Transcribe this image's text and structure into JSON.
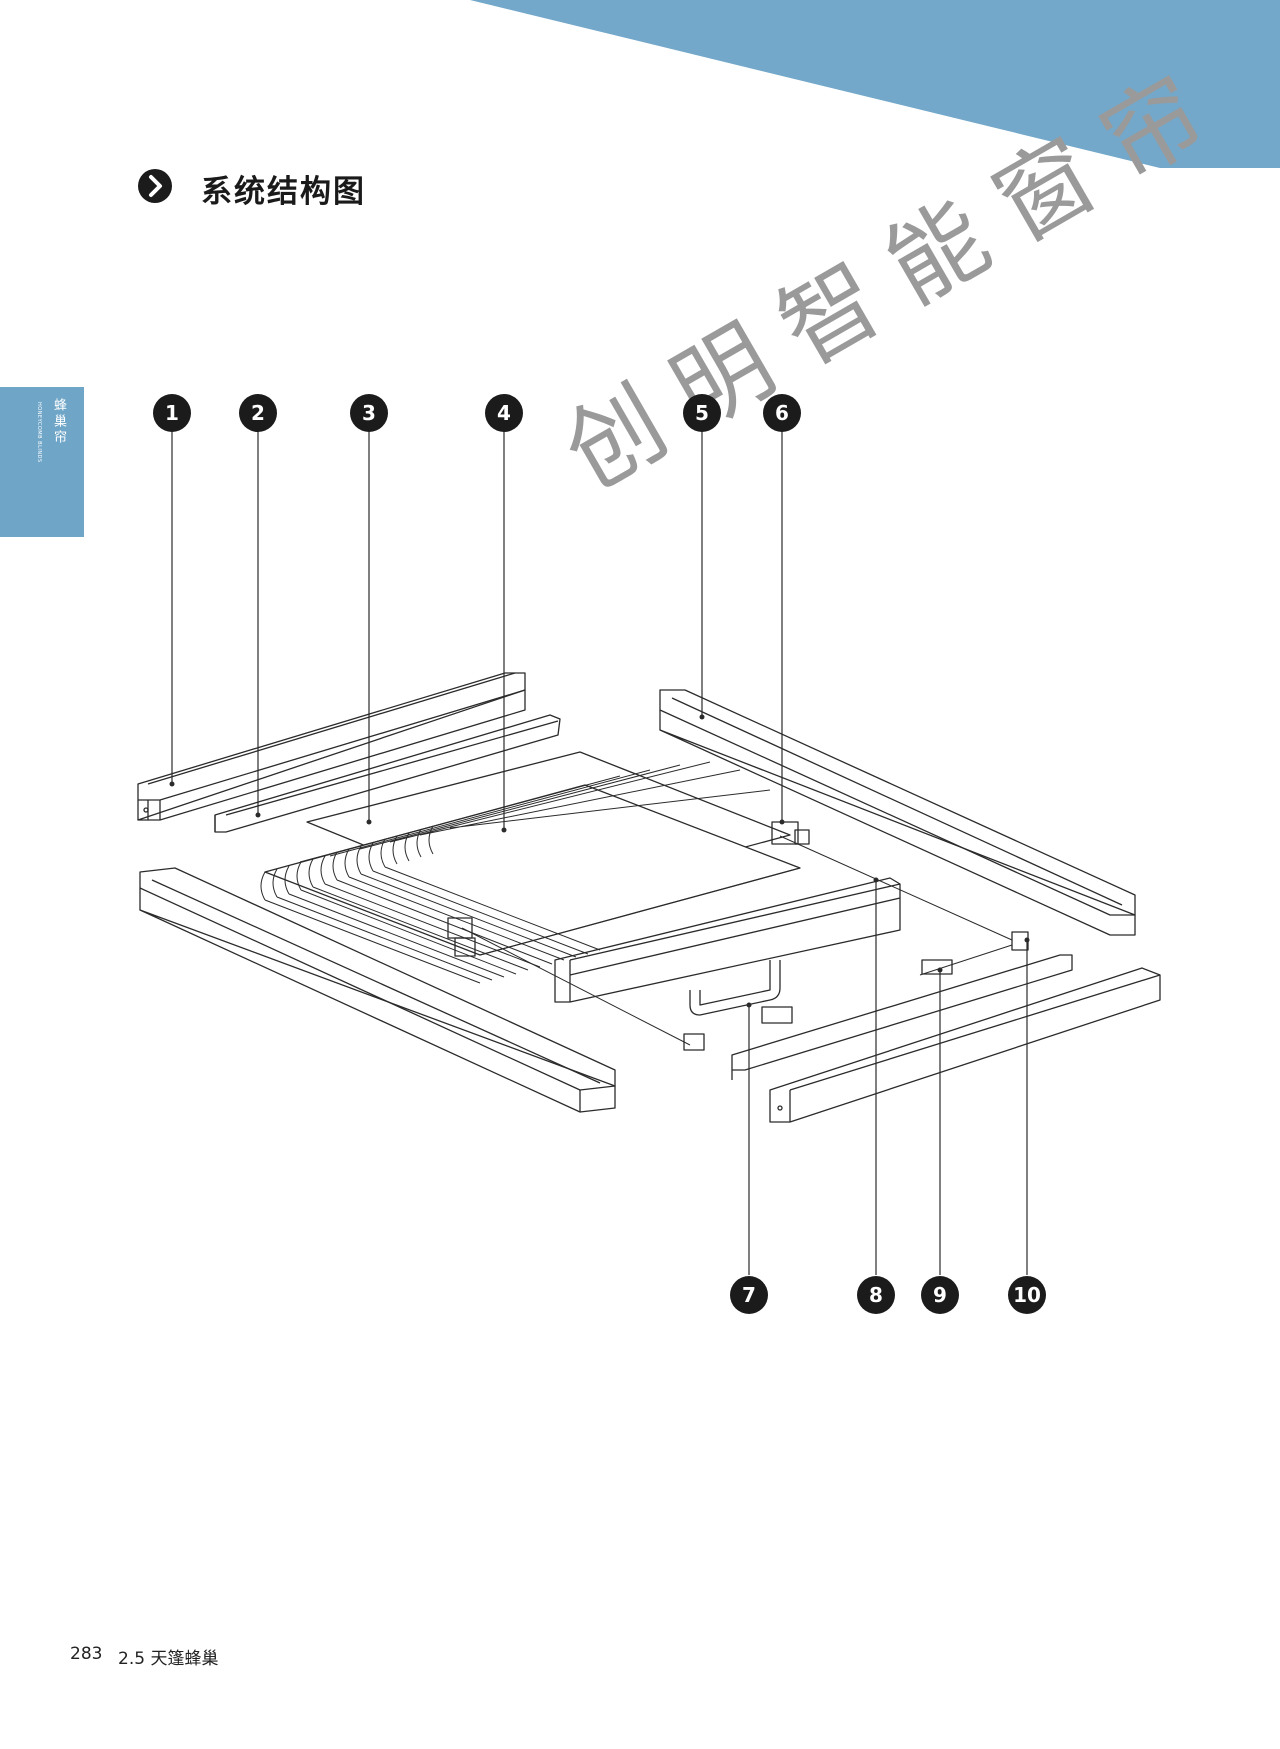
{
  "section": {
    "title": "系统结构图",
    "icon": "chevron-right-circle-icon"
  },
  "side_tab": {
    "cn": "蜂巢帘",
    "en": "HONEYCOMB BLINDS",
    "color": "#6fa6c8"
  },
  "watermark": "创明智能窗帘",
  "diagram": {
    "callouts": [
      {
        "num": "1"
      },
      {
        "num": "2"
      },
      {
        "num": "3"
      },
      {
        "num": "4"
      },
      {
        "num": "5"
      },
      {
        "num": "6"
      },
      {
        "num": "7"
      },
      {
        "num": "8"
      },
      {
        "num": "9"
      },
      {
        "num": "10"
      }
    ]
  },
  "footer": {
    "page": "283",
    "section": "2.5 天篷蜂巢"
  },
  "colors": {
    "accent": "#6fa6c8",
    "dark": "#1b1b1b"
  }
}
